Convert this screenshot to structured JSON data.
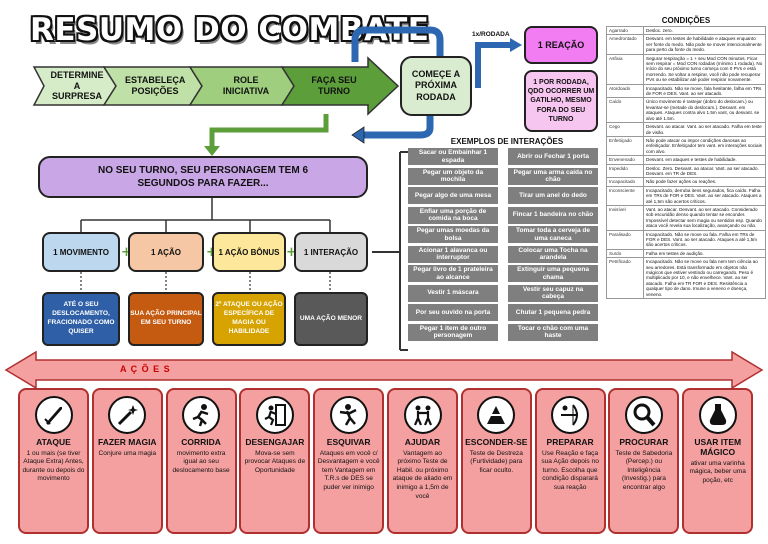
{
  "title": "RESUMO DO COMBATE",
  "rodada_label": "1x/RODADA",
  "flow": [
    {
      "label": "DETERMINE A SURPRESA",
      "color": "#d6ecc8"
    },
    {
      "label": "ESTABELEÇA POSIÇÕES",
      "color": "#bfe0a6"
    },
    {
      "label": "ROLE INICIATIVA",
      "color": "#9fcf7e"
    },
    {
      "label": "FAÇA SEU TURNO",
      "color": "#5c9e3a"
    }
  ],
  "next_round": "COMEÇE A PRÓXIMA RODADA",
  "reaction": {
    "title": "1 REAÇÃO",
    "desc": "1 POR RODADA, QDO OCORRER UM GATILHO, MESMO FORA DO SEU TURNO"
  },
  "turn_box": "NO SEU TURNO, SEU PERSONAGEM TEM 6 SEGUNDOS PARA FAZER...",
  "options": [
    {
      "label": "1 MOVIMENTO",
      "desc": "ATÉ O SEU DESLOCAMENTO, FRACIONADO COMO QUISER",
      "color": "#bcd7ee",
      "dcolor": "#2f5fa6"
    },
    {
      "label": "1 AÇÃO",
      "desc": "SUA AÇÃO PRINCIPAL EM SEU TURNO",
      "color": "#f6c7a4",
      "dcolor": "#c55a11"
    },
    {
      "label": "1 AÇÃO BÔNUS",
      "desc": "2º ATAQUE OU AÇÃO ESPECÍFICA DE MAGIA OU HABILIDADE",
      "color": "#fde79a",
      "dcolor": "#d6a300"
    },
    {
      "label": "1 INTERAÇÃO",
      "desc": "UMA AÇÃO MENOR",
      "color": "#d9d9d9",
      "dcolor": "#595959"
    }
  ],
  "examples_title": "EXEMPLOS DE INTERAÇÕES",
  "examples": [
    "Sacar ou Embainhar 1 espada",
    "Abrir ou Fechar 1 porta",
    "Pegar um objeto da mochila",
    "Pegar uma arma caída no chão",
    "Pegar algo de uma mesa",
    "Tirar um anel do dedo",
    "Enfiar uma porção de comida na boca",
    "Fincar 1 bandeira no chão",
    "Pegar umas moedas da bolsa",
    "Tomar toda a cerveja de uma caneca",
    "Acionar 1 alavanca ou interruptor",
    "Colocar uma Tocha na arandela",
    "Pegar livro de 1 prateleira ao alcance",
    "Extinguir uma pequena chama",
    "Vestir 1 máscara",
    "Vestir seu capuz na cabeça",
    "Por seu ouvido na porta",
    "Chutar 1 pequena pedra",
    "Pegar 1 item de outro personagem",
    "Tocar o chão com uma haste"
  ],
  "conditions_title": "CONDIÇÕES",
  "conditions": [
    {
      "name": "Agarrado",
      "desc": "Desloc. zero."
    },
    {
      "name": "Amedrontado",
      "desc": "Desvant. em testes de habilidade e ataques enquanto ver fonte do medo. Não pode se mover intencionalmente para perto da fonte do medo."
    },
    {
      "name": "Asfixia",
      "desc": "Segurar respiração = 1 + seu Mod CON minutos. Ficar sem respirar = Mod CON rodadas (mínimo 1 rodada). No início do seu próximo turno começa com 0 PVs e está morrendo. Se voltar a respirar, você não pode recuperar PVs ou se estabilizar até poder respirar novamente."
    },
    {
      "name": "Atordoado",
      "desc": "Incapacitado. Não se move, fala hesitante, falha em TRs de FOR e DES. Vant. ao ser atacado."
    },
    {
      "name": "Caído",
      "desc": "Único movimento é rastejar (dobro do deslocam.) ou levantar-se (metade do deslocam.). Desvant. em ataques. Ataques contra alvo 1.5m vant, ou desvant. se alvo até 1.5m."
    },
    {
      "name": "Cego",
      "desc": "Desvant. ao atacar. Vant. ao ser atacado. Falha em teste de visão."
    },
    {
      "name": "Enfeitiçado",
      "desc": "Não pode atacar ou impor condições danosas ao enfeitiçador. Enfeitiçador tem vant. em interações sociais com alvo."
    },
    {
      "name": "Envenenado",
      "desc": "Desvant. em ataques e testes de habilidade."
    },
    {
      "name": "Impedido",
      "desc": "Desloc. Zero. Desvant. ao atacar. Vant. ao ser atacado. Desvant. em TR de DES."
    },
    {
      "name": "Incapacitado",
      "desc": "Não pode fazer ações ou reações."
    },
    {
      "name": "Inconsciente",
      "desc": "Incapacitado, derruba itens segurados, fica caído. Falha em TRs de FOR e DES. Vant. ao ser atacado. Ataques a até 1,5m são acertos críticos."
    },
    {
      "name": "Invisível",
      "desc": "Vant. ao atacar. Desvant. ao ser atacado. Considerado sob escuridão denso quando tentar se esconder. Impossível detectar sem magia ou sentidos esp. Quando ataca você revela sua localização, avançando ou não."
    },
    {
      "name": "Paralisado",
      "desc": "Incapacitado. Não se move ou fala. Falha em TRs de FOR e DES. Vant. ao ser atacado. Ataques a até 1,5m são acertos críticos."
    },
    {
      "name": "Surdo",
      "desc": "Falha em testes de audição."
    },
    {
      "name": "Petrificado",
      "desc": "Incapacitado. Não se move ou fala nem tem ciência ao seu arredores. Está transformado em objetos não mágicos que estiver vestindo ou carregando. Peso é multiplicado por 10, e não envelhece. Vant. ao ser atacado. Falha em TR FOR e DES. Resistência a qualquer tipo de dano. Imune a veneno e doença, veneno."
    }
  ],
  "actions_title": "A Ç Õ E S",
  "actions": [
    {
      "name": "ATAQUE",
      "desc": "1 ou mais (se tiver Ataque Extra) Antes, durante ou depois do movimento",
      "icon": "sword-icon"
    },
    {
      "name": "FAZER MAGIA",
      "desc": "Conjure uma magia",
      "icon": "magic-wand-icon"
    },
    {
      "name": "CORRIDA",
      "desc": "movimento extra igual ao seu deslocamento base",
      "icon": "running-icon"
    },
    {
      "name": "DESENGAJAR",
      "desc": "Mova-se sem provocar Ataques de Oportunidade",
      "icon": "exit-icon"
    },
    {
      "name": "ESQUIVAR",
      "desc": "Ataques em você c/ Desvantagem e você tem Vantagem em T.R.s de DES se puder ver inimigo",
      "icon": "dodge-icon"
    },
    {
      "name": "AJUDAR",
      "desc": "Vantagem ao próximo Teste de Habil. ou próximo ataque de aliado em inimigo a 1,5m de você",
      "icon": "help-icon"
    },
    {
      "name": "ESCONDER-SE",
      "desc": "Teste de Destreza (Furtividade) para ficar oculto.",
      "icon": "hide-icon"
    },
    {
      "name": "PREPARAR",
      "desc": "Use Reação e faça sua Ação depois no turno. Escolha que condição disparará sua reação",
      "icon": "archer-icon"
    },
    {
      "name": "PROCURAR",
      "desc": "Teste de Sabedoria (Percep.) ou Inteligência (Investig.) para encontrar algo",
      "icon": "magnifier-icon"
    },
    {
      "name": "USAR ITEM MÁGICO",
      "desc": "ativar uma varinha mágica, beber uma poção, etc",
      "icon": "potion-icon"
    }
  ]
}
